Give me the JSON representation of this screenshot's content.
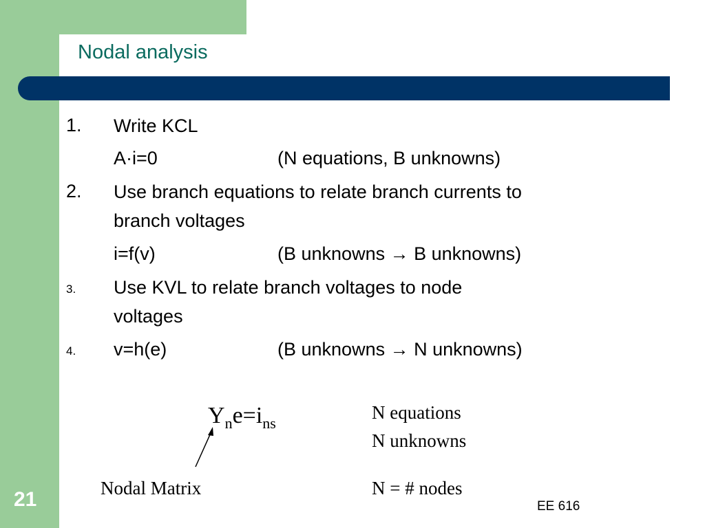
{
  "title": "Nodal analysis",
  "items": [
    {
      "num": "1.",
      "text": "Write KCL"
    },
    {
      "eq": "A·i=0",
      "note": "(N equations, B unknowns)"
    },
    {
      "num": "2.",
      "text_line1": "Use branch equations to relate branch currents to",
      "text_line2": "branch voltages"
    },
    {
      "eq": "i=f(v)",
      "note": "(B unknowns → B unknowns)"
    },
    {
      "num": "3.",
      "text_line1": "Use KVL to relate branch voltages to node",
      "text_line2": "voltages"
    },
    {
      "num": "4.",
      "eq": "v=h(e)",
      "note": "(B unknowns → N unknowns)"
    }
  ],
  "equation": {
    "Y": "Y",
    "Y_sub": "n",
    "mid": "e=i",
    "i_sub": "ns"
  },
  "right_notes": [
    "N equations",
    "N unknowns"
  ],
  "nodal_matrix_label": "Nodal Matrix",
  "nodes_note": "N = # nodes",
  "slide_number": "21",
  "footer": "EE 616"
}
